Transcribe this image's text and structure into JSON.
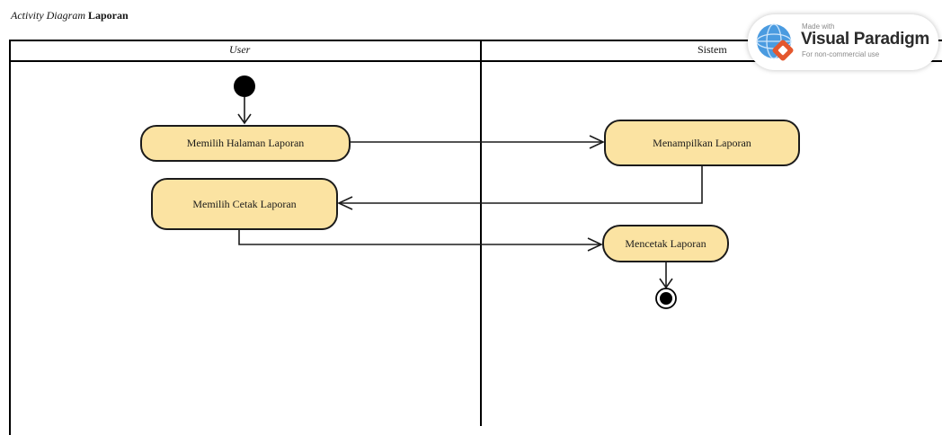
{
  "title": {
    "prefix": "Activity Diagram",
    "name": "Laporan"
  },
  "lanes": [
    {
      "label": "User"
    },
    {
      "label": "Sistem"
    }
  ],
  "nodes": [
    {
      "id": "n1",
      "label": "Memilih Halaman Laporan",
      "lane": "User"
    },
    {
      "id": "n2",
      "label": "Menampilkan Laporan",
      "lane": "Sistem"
    },
    {
      "id": "n3",
      "label": "Memilih Cetak Laporan",
      "lane": "User"
    },
    {
      "id": "n4",
      "label": "Mencetak Laporan",
      "lane": "Sistem"
    }
  ],
  "flows": [
    {
      "from": "start",
      "to": "n1"
    },
    {
      "from": "n1",
      "to": "n2"
    },
    {
      "from": "n2",
      "to": "n3"
    },
    {
      "from": "n3",
      "to": "n4"
    },
    {
      "from": "n4",
      "to": "end"
    }
  ],
  "watermark": {
    "made_with": "Made with",
    "brand": "Visual Paradigm",
    "note": "For non-commercial use"
  },
  "colors": {
    "node_fill": "#fbe3a2",
    "line": "#000000"
  }
}
